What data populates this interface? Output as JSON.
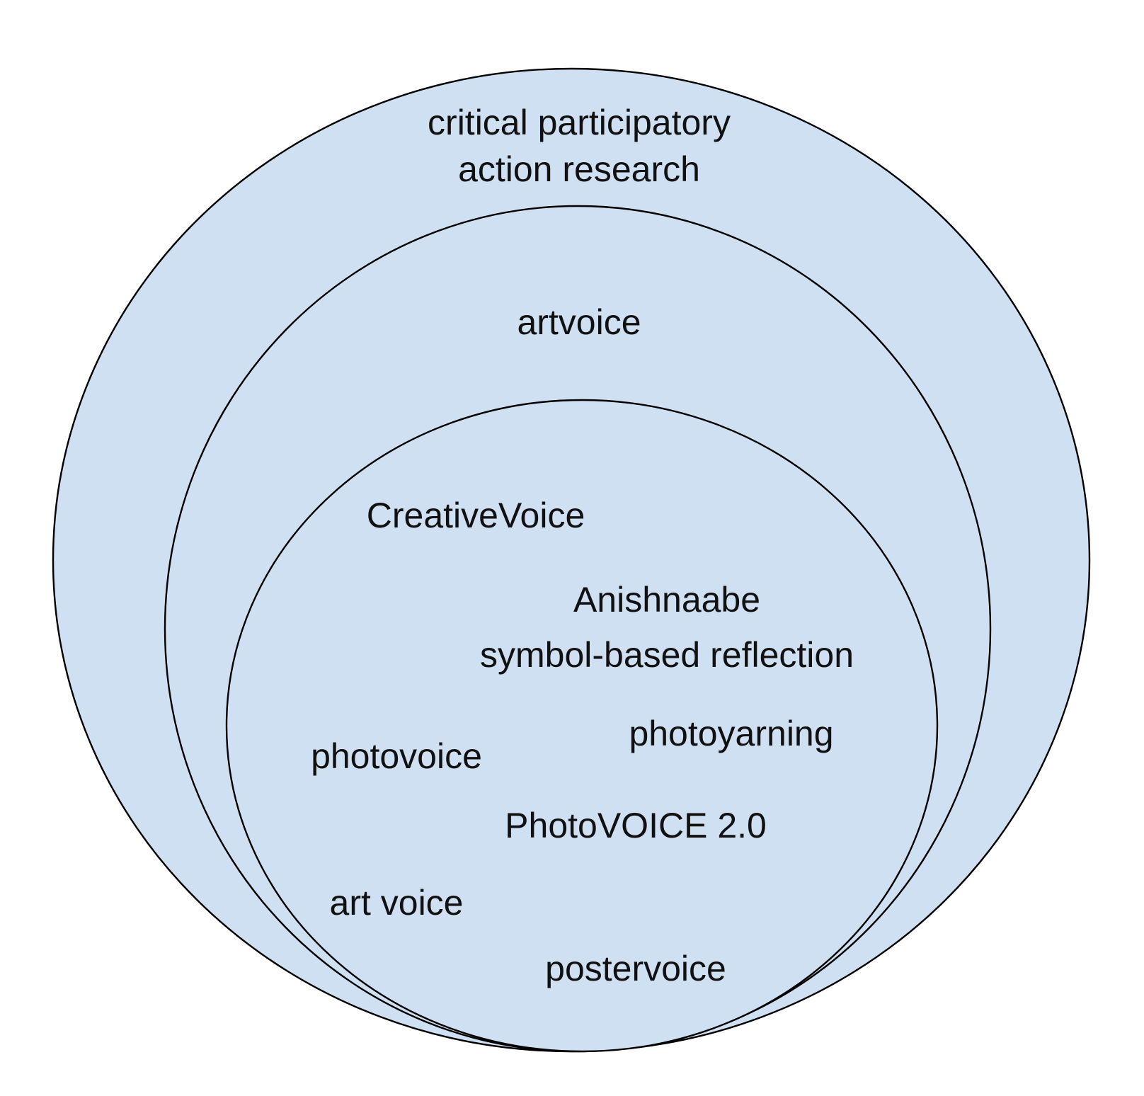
{
  "colors": {
    "fill": "#cfe0f2",
    "stroke": "#000000",
    "text": "#111111"
  },
  "diagram": {
    "outer_label_line1": "critical participatory",
    "outer_label_line2": "action research",
    "middle_label": "artvoice",
    "inner_labels": {
      "creativevoice": "CreativeVoice",
      "anishnaabe_line1": "Anishnaabe",
      "anishnaabe_line2": "symbol-based reflection",
      "photoyarning": "photoyarning",
      "photovoice": "photovoice",
      "photovoice_2": "PhotoVOICE 2.0",
      "art_voice": "art voice",
      "postervoice": "postervoice"
    }
  }
}
